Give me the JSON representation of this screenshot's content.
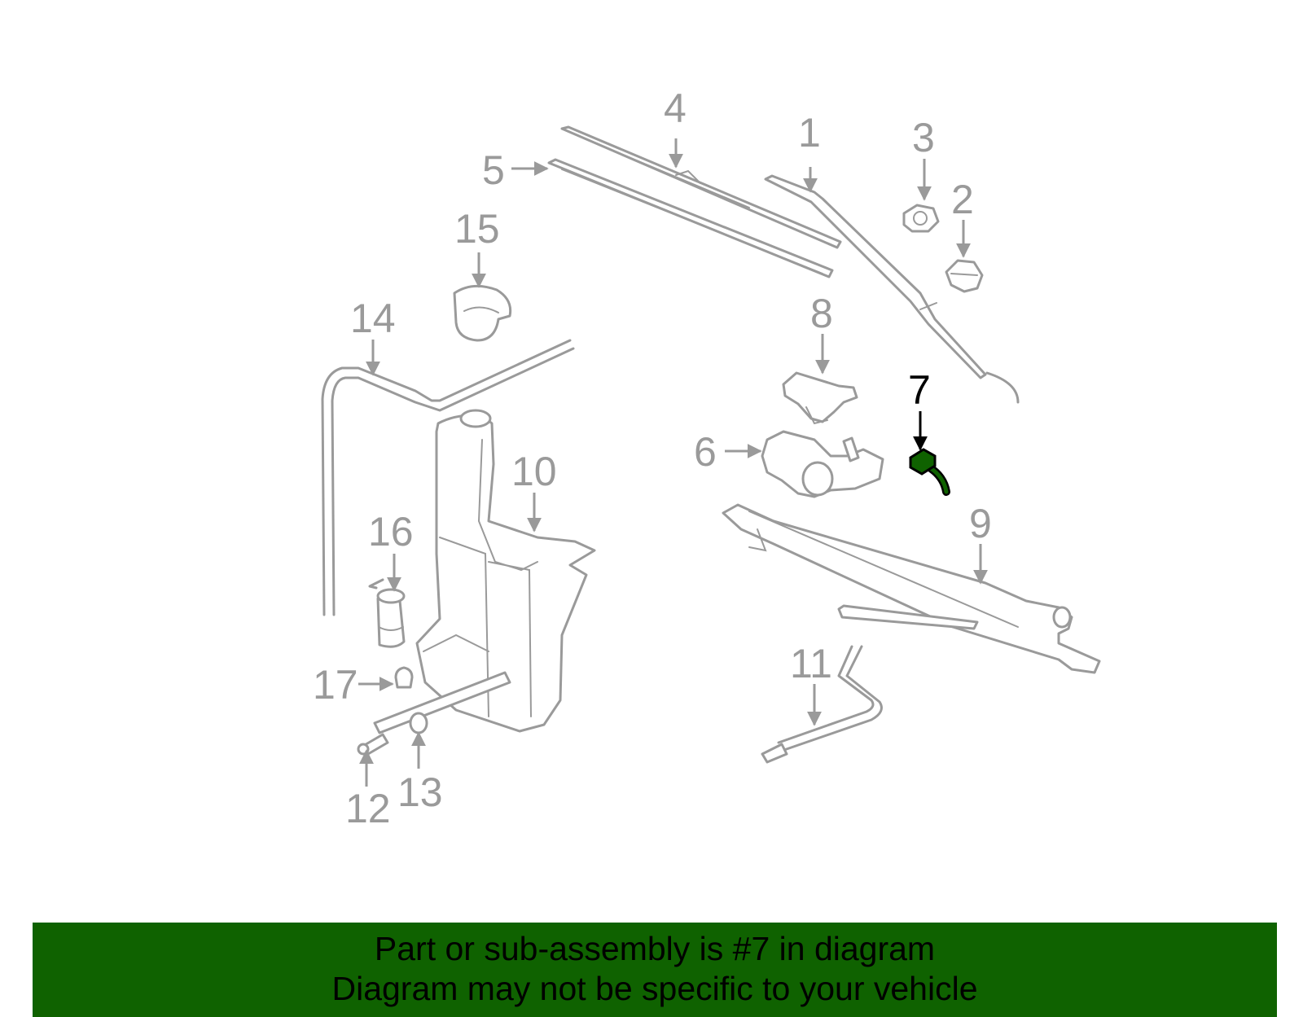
{
  "diagram": {
    "highlight_color": "#0f6200",
    "part_color": "#9a9a9a",
    "callouts": {
      "c1": "1",
      "c2": "2",
      "c3": "3",
      "c4": "4",
      "c5": "5",
      "c6": "6",
      "c7": "7",
      "c8": "8",
      "c9": "9",
      "c10": "10",
      "c11": "11",
      "c12": "12",
      "c13": "13",
      "c14": "14",
      "c15": "15",
      "c16": "16",
      "c17": "17"
    },
    "highlighted_part": "7"
  },
  "banner": {
    "line1": "Part or sub-assembly is #7 in diagram",
    "line2": "Diagram may not be specific to your vehicle",
    "background": "#0f6200"
  }
}
